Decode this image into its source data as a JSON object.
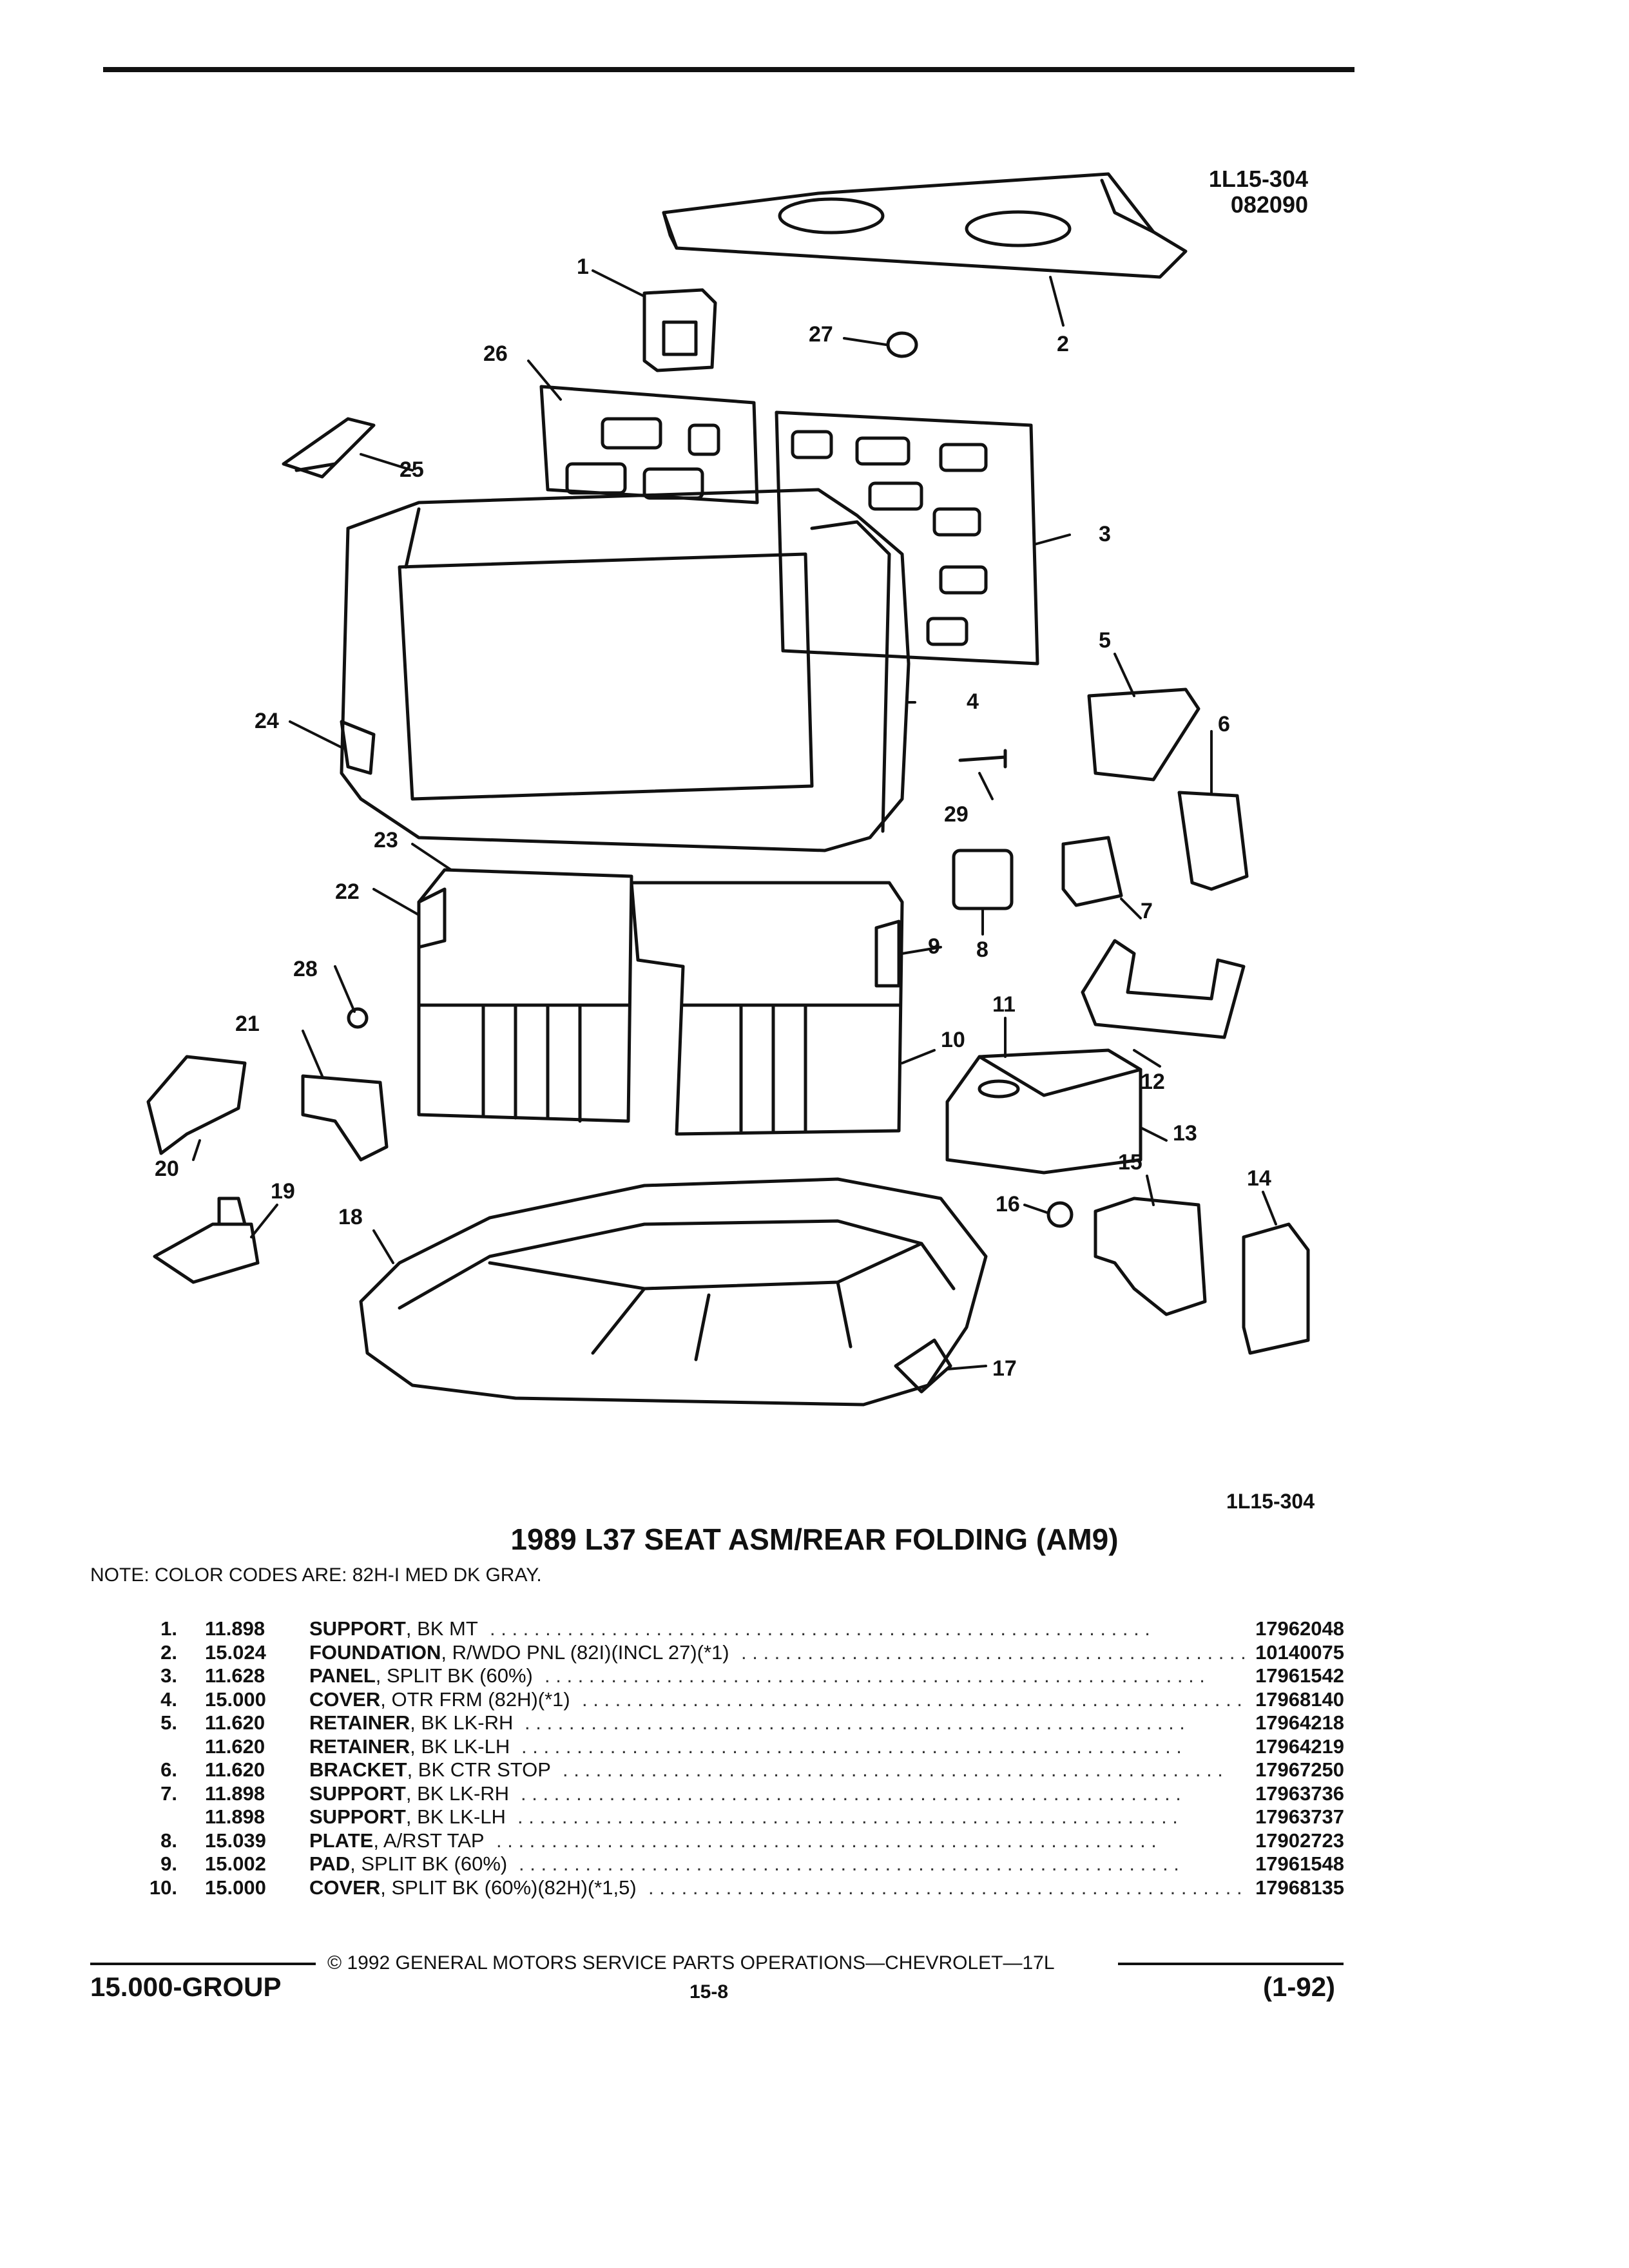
{
  "figure": {
    "id_top_1": "1L15-304",
    "id_top_2": "082090",
    "id_bottom": "1L15-304"
  },
  "callouts": [
    "1",
    "2",
    "3",
    "4",
    "5",
    "6",
    "7",
    "8",
    "9",
    "10",
    "11",
    "12",
    "13",
    "14",
    "15",
    "16",
    "17",
    "18",
    "19",
    "20",
    "21",
    "22",
    "23",
    "24",
    "25",
    "26",
    "27",
    "28",
    "29"
  ],
  "title": "1989 L37 SEAT ASM/REAR FOLDING (AM9)",
  "note": "NOTE:  COLOR CODES ARE: 82H-I MED DK GRAY.",
  "parts": [
    {
      "idx": "1.",
      "code": "11.898",
      "name": "SUPPORT",
      "desc": ", BK MT",
      "part": "17962048"
    },
    {
      "idx": "2.",
      "code": "15.024",
      "name": "FOUNDATION",
      "desc": ", R/WDO PNL (82I)(INCL 27)(*1)",
      "part": "10140075"
    },
    {
      "idx": "3.",
      "code": "11.628",
      "name": "PANEL",
      "desc": ", SPLIT BK (60%)",
      "part": "17961542"
    },
    {
      "idx": "4.",
      "code": "15.000",
      "name": "COVER",
      "desc": ", OTR FRM (82H)(*1)",
      "part": "17968140"
    },
    {
      "idx": "5.",
      "code": "11.620",
      "name": "RETAINER",
      "desc": ", BK LK-RH",
      "part": "17964218"
    },
    {
      "idx": "",
      "code": "11.620",
      "name": "RETAINER",
      "desc": ", BK LK-LH",
      "part": "17964219"
    },
    {
      "idx": "6.",
      "code": "11.620",
      "name": "BRACKET",
      "desc": ", BK CTR STOP",
      "part": "17967250"
    },
    {
      "idx": "7.",
      "code": "11.898",
      "name": "SUPPORT",
      "desc": ", BK LK-RH",
      "part": "17963736"
    },
    {
      "idx": "",
      "code": "11.898",
      "name": "SUPPORT",
      "desc": ", BK LK-LH",
      "part": "17963737"
    },
    {
      "idx": "8.",
      "code": "15.039",
      "name": "PLATE",
      "desc": ", A/RST TAP",
      "part": "17902723"
    },
    {
      "idx": "9.",
      "code": "15.002",
      "name": "PAD",
      "desc": ", SPLIT BK (60%)",
      "part": "17961548"
    },
    {
      "idx": "10.",
      "code": "15.000",
      "name": "COVER",
      "desc": ", SPLIT BK (60%)(82H)(*1,5)",
      "part": "17968135"
    }
  ],
  "footer": {
    "copyright": "© 1992 GENERAL MOTORS SERVICE PARTS OPERATIONS—CHEVROLET—17L",
    "group": "15.000-GROUP",
    "page": "15-8",
    "date_code": "(1-92)"
  }
}
